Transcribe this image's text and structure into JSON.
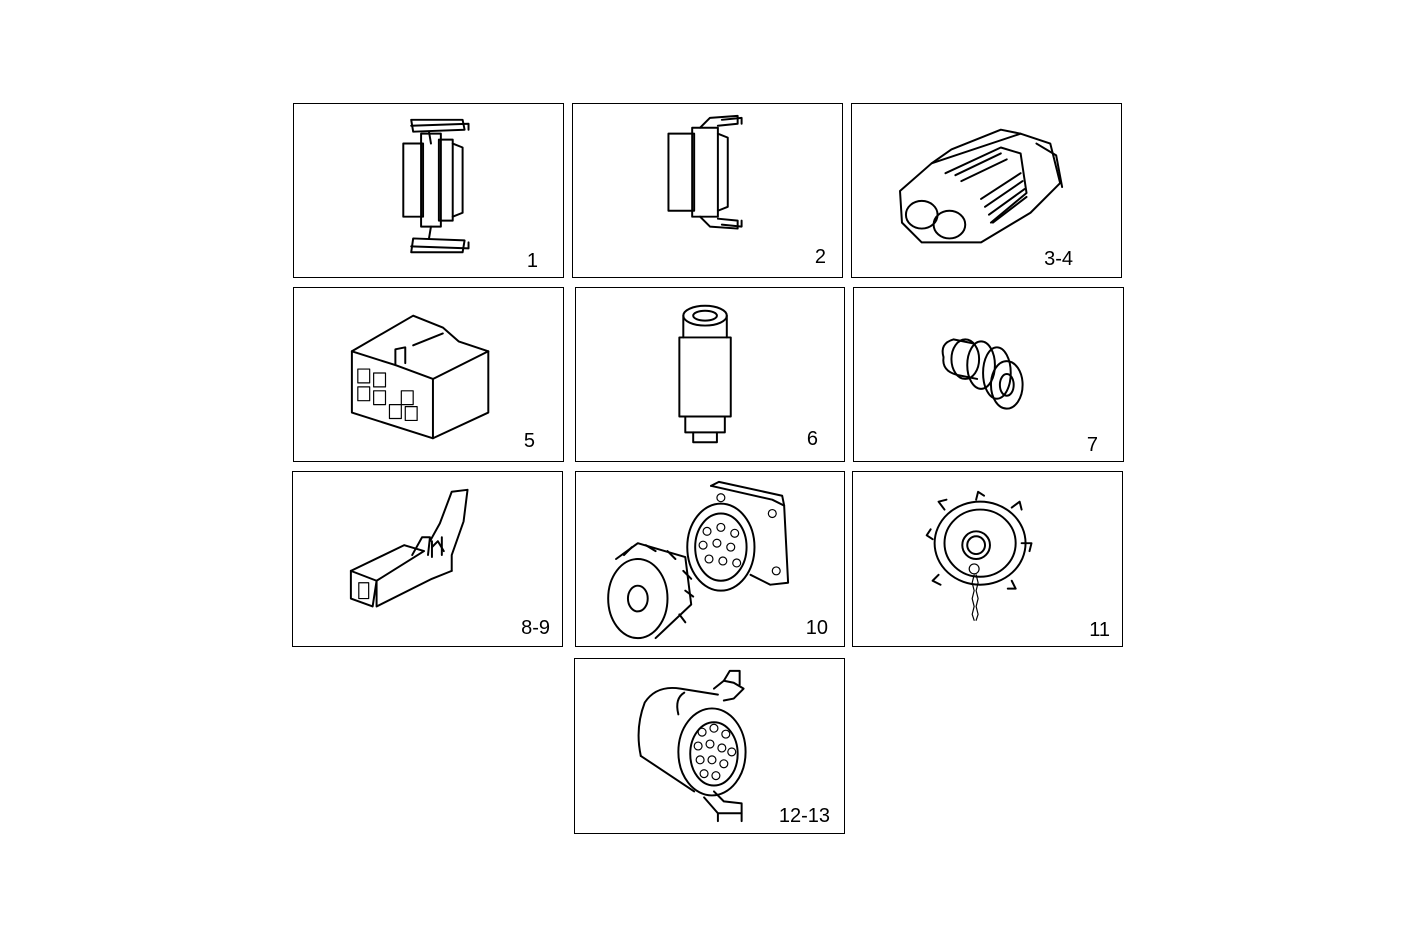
{
  "panels": [
    {
      "label": "1",
      "part": "connector-housing"
    },
    {
      "label": "2",
      "part": "connector-housing"
    },
    {
      "label": "3-4",
      "part": "two-way-connector"
    },
    {
      "label": "5",
      "part": "multi-pin-connector-block"
    },
    {
      "label": "6",
      "part": "cylindrical-plug"
    },
    {
      "label": "7",
      "part": "sealing-plug"
    },
    {
      "label": "8-9",
      "part": "terminal-contact"
    },
    {
      "label": "10",
      "part": "round-connector-pair"
    },
    {
      "label": "11",
      "part": "protective-cap"
    },
    {
      "label": "12-13",
      "part": "round-multi-pin-connector"
    }
  ]
}
